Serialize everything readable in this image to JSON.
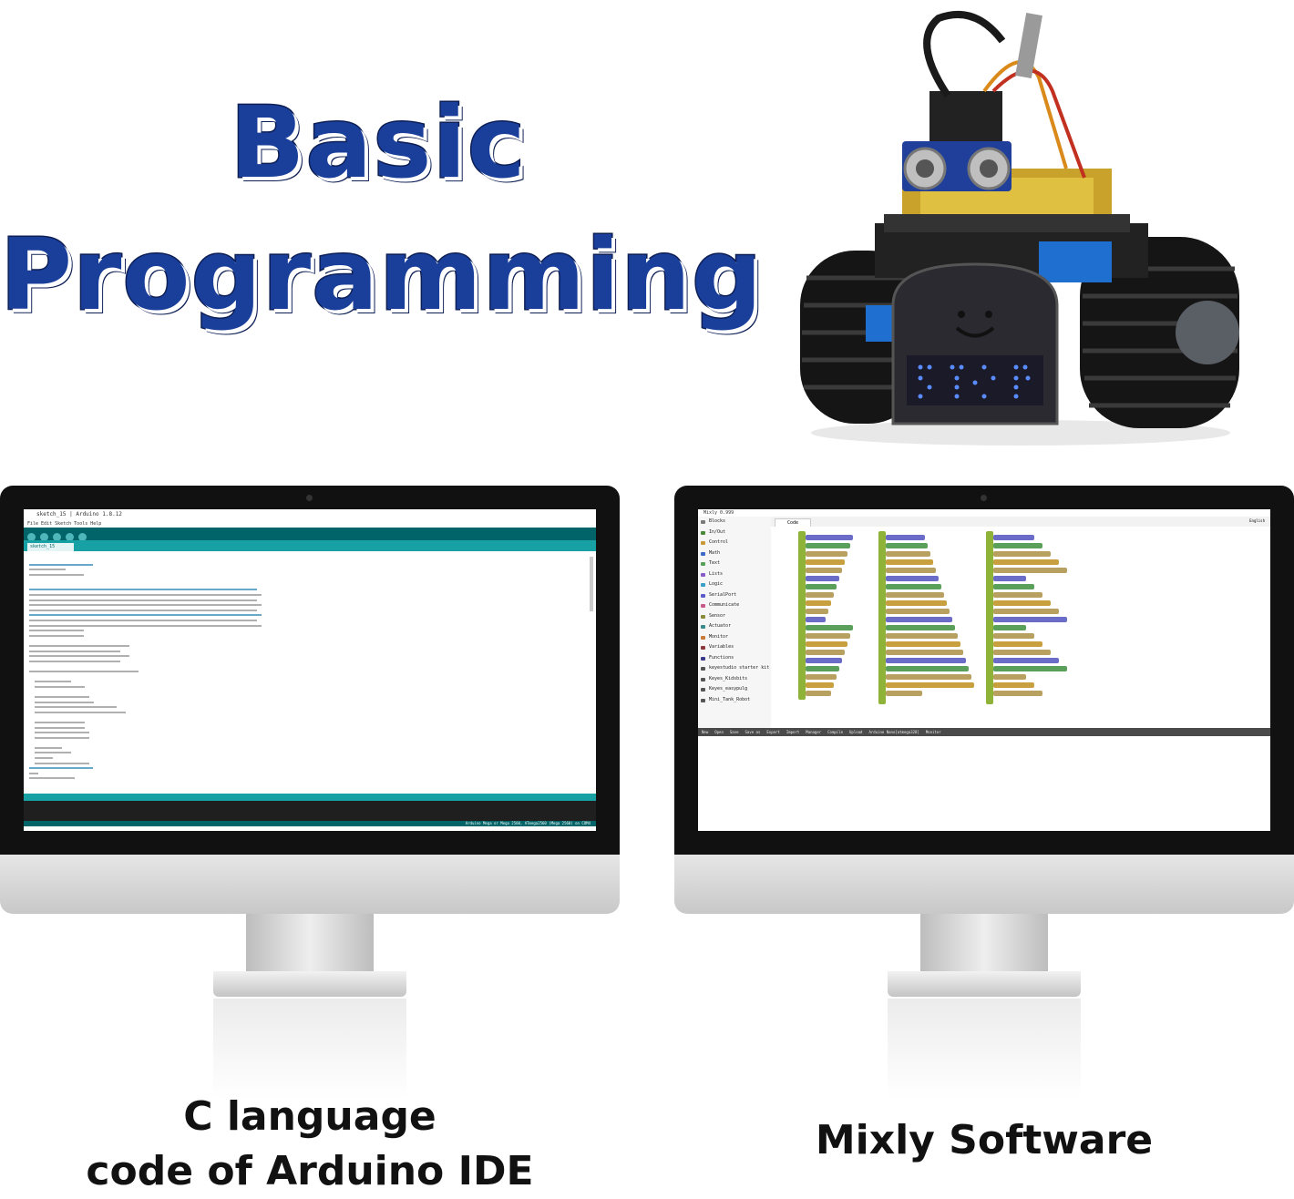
{
  "headline": {
    "line1": "Basic",
    "line2": "Programming"
  },
  "captions": {
    "left_line1": "C language",
    "left_line2": "code of Arduino IDE",
    "right": "Mixly Software"
  },
  "colors": {
    "headline": "#1a3f9b",
    "arduino_teal": "#006468",
    "arduino_tab": "#17a1a5",
    "mixly_green": "#8fb339"
  },
  "arduino_ide": {
    "title": "sketch_15 | Arduino 1.8.12",
    "menu": "File  Edit  Sketch  Tools  Help",
    "tab": "sketch_15",
    "status": "Arduino Mega or Mega 2560, ATmega2560 (Mega 2560) on COM4"
  },
  "mixly": {
    "title": "Mixly 0.999",
    "tab": "Code",
    "language": "English",
    "categories": [
      "Blocks",
      "In/Out",
      "Control",
      "Math",
      "Text",
      "Lists",
      "Logic",
      "SerialPort",
      "Communicate",
      "Sensor",
      "Actuator",
      "Monitor",
      "Variables",
      "Functions",
      "keyestudio starter kit",
      "Keyes_Kidsbits",
      "Keyes_easypulg",
      "Mini_Tank_Robot"
    ],
    "bottom_bar": [
      "New",
      "Open",
      "Save",
      "Save as",
      "Export",
      "Import",
      "Manager",
      "Compile",
      "Upload",
      "Arduino Nano[atmega328]",
      "Monitor"
    ]
  }
}
